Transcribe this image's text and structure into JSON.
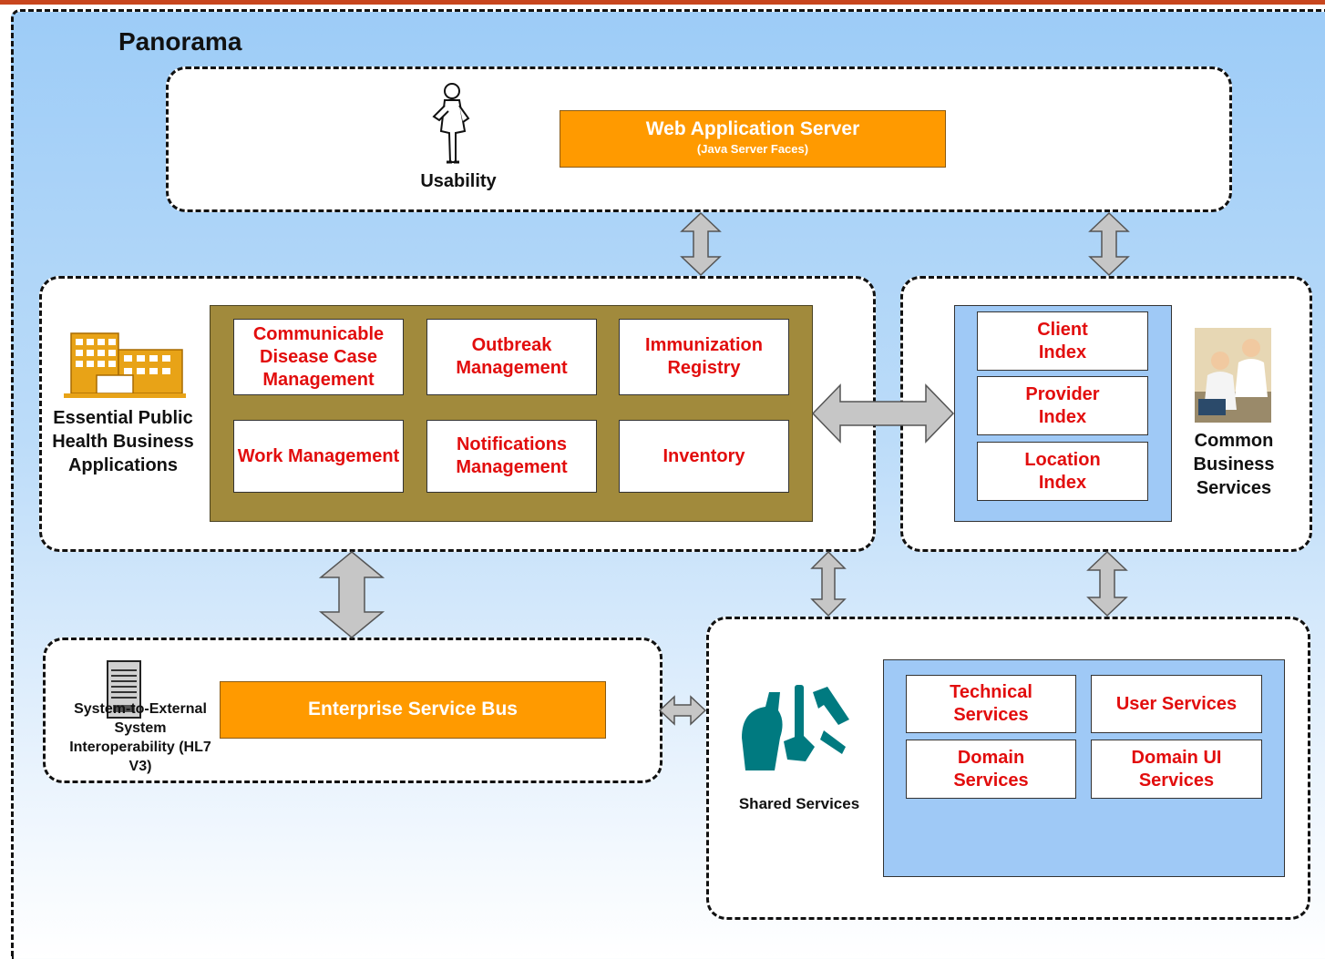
{
  "title": "Panorama",
  "usability": {
    "label": "Usability",
    "server_title": "Web Application Server",
    "server_subtitle": "(Java Server Faces)"
  },
  "essential": {
    "label": "Essential Public Health Business Applications",
    "tiles": [
      "Communicable Disease Case Management",
      "Outbreak Management",
      "Immunization Registry",
      "Work Management",
      "Notifications Management",
      "Inventory"
    ]
  },
  "common": {
    "label": "Common Business Services",
    "tiles": [
      "Client Index",
      "Provider Index",
      "Location Index"
    ]
  },
  "system": {
    "label": "System-to-External System Interoperability (HL7 V3)",
    "bus_label": "Enterprise Service Bus"
  },
  "shared": {
    "label": "Shared Services",
    "tiles": [
      "Technical Services",
      "User Services",
      "Domain Services",
      "Domain UI Services"
    ]
  },
  "colors": {
    "orange": "#ff9a00",
    "olive": "#a18a3c",
    "tile_text": "#e20d0d",
    "light_blue": "#9fc9f6",
    "arrow_fill": "#c6c6c6"
  }
}
